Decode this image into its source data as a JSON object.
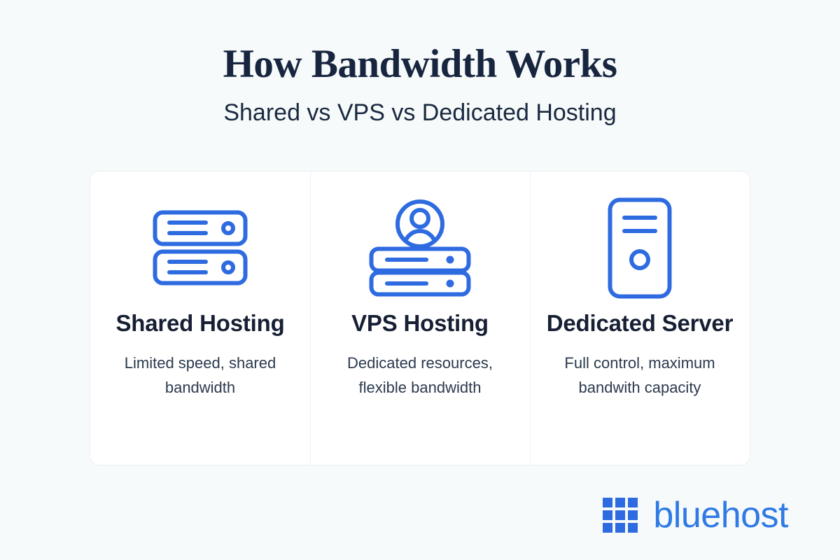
{
  "header": {
    "title": "How Bandwidth Works",
    "subtitle": "Shared vs VPS vs Dedicated Hosting"
  },
  "colors": {
    "background": "#f7fafb",
    "title_navy": "#17253f",
    "icon_blue": "#2f6be0",
    "logo_blue": "#2f7ae5",
    "card_border": "#eceff2",
    "divider": "#eef1f4"
  },
  "card": {
    "columns": [
      {
        "icon": "stacked-server-racks-icon",
        "title": "Shared Hosting",
        "description": "Limited speed, shared bandwidth"
      },
      {
        "icon": "user-over-server-racks-icon",
        "title": "VPS Hosting",
        "description": "Dedicated resources, flexible bandwidth"
      },
      {
        "icon": "tower-server-icon",
        "title": "Dedicated Server",
        "description": "Full control, maximum bandwith capacity"
      }
    ]
  },
  "logo": {
    "wordmark": "bluehost",
    "grid_icon": "bluehost-grid-icon"
  }
}
